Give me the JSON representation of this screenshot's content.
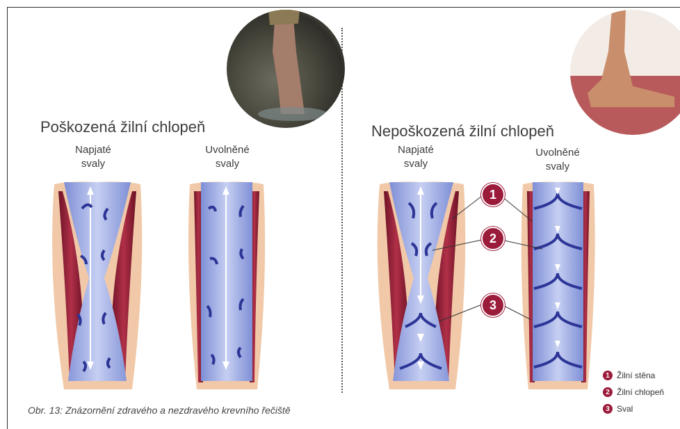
{
  "left_panel": {
    "title": "Poškozená žilní chlopeň",
    "col1_label": "Napjaté\nsvaly",
    "col2_label": "Uvolněné\nsvaly"
  },
  "right_panel": {
    "title": "Nepoškozená žilní chlopeň",
    "col1_label": "Napjaté\nsvaly",
    "col2_label": "Uvolněné\nsvaly"
  },
  "markers": [
    "1",
    "2",
    "3"
  ],
  "legend": [
    {
      "num": "1",
      "label": "Žilní stěna"
    },
    {
      "num": "2",
      "label": "Žilní chlopeň"
    },
    {
      "num": "3",
      "label": "Sval"
    }
  ],
  "caption": "Obr. 13: Znázornění zdravého a nezdravého krevního řečiště",
  "colors": {
    "skin": "#f1c9a8",
    "muscle": "#8f1d35",
    "vein": "#a9b7ea",
    "valve": "#2c3596",
    "marker": "#9b1b3a"
  }
}
